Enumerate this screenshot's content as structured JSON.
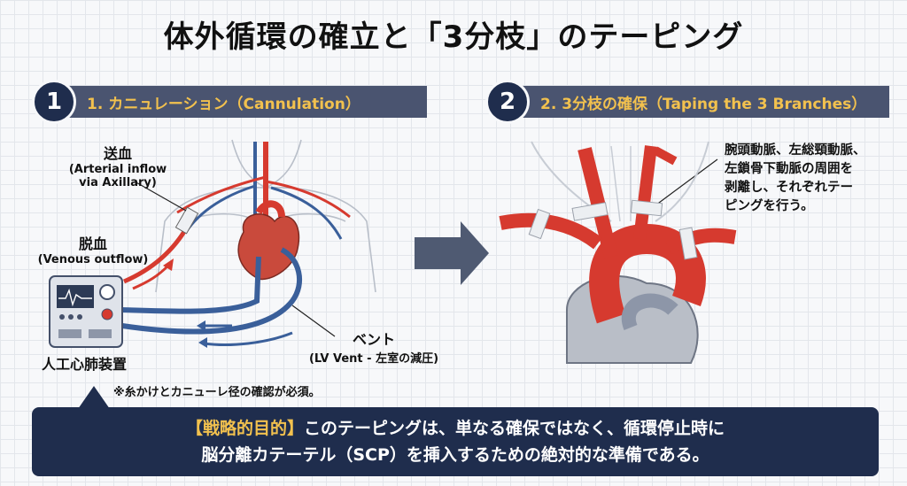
{
  "title": "体外循環の確立と「3分枝」のテーピング",
  "step1": {
    "number": "1",
    "label": "1. カニュレーション（Cannulation）"
  },
  "step2": {
    "number": "2",
    "label": "2. 3分枝の確保（Taping the 3 Branches）"
  },
  "labels": {
    "arterial_main": "送血",
    "arterial_sub1": "(Arterial inflow",
    "arterial_sub2": "via Axillary)",
    "venous_main": "脱血",
    "venous_sub": "(Venous outflow)",
    "machine": "人工心肺装置",
    "vent_main": "ベント",
    "vent_sub": "(LV Vent - 左室の減圧)",
    "note": "※糸かけとカニューレ径の確認が必須。"
  },
  "right_note": [
    "腕頭動脈、左総頸動脈、",
    "左鎖骨下動脈の周囲を",
    "剥離し、それぞれテー",
    "ピングを行う。"
  ],
  "callout": {
    "highlight": "【戦略的目的】",
    "line1_rest": "このテーピングは、単なる確保ではなく、循環停止時に",
    "line2": "脳分離カテーテル（SCP）を挿入するための絶対的な準備である。"
  },
  "colors": {
    "navy": "#1f2d4d",
    "accent": "#f2c14e",
    "artery": "#d63a2f",
    "vein": "#3a5f9a"
  }
}
